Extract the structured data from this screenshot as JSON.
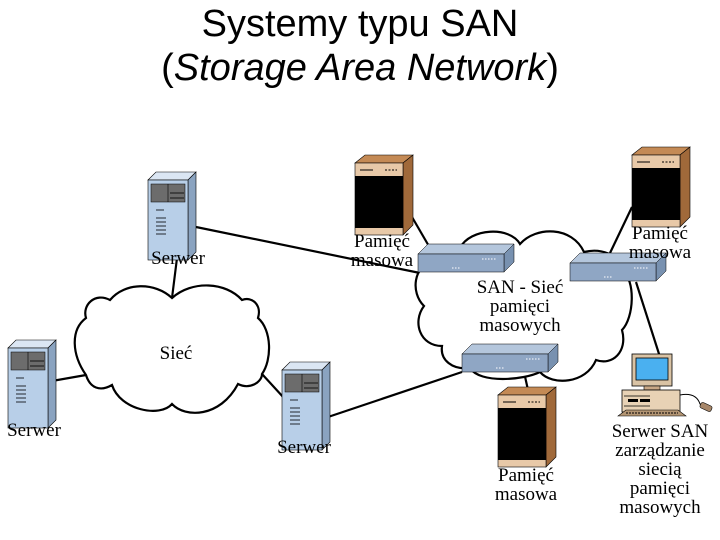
{
  "title": {
    "line1": "Systemy typu SAN",
    "line2_open": "(",
    "line2_italic": "Storage Area Network",
    "line2_close": ")"
  },
  "nodes": {
    "server_top": {
      "type": "server",
      "label": "Serwer"
    },
    "server_left": {
      "type": "server",
      "label": "Serwer"
    },
    "server_bottom": {
      "type": "server",
      "label": "Serwer"
    },
    "storage_top_mid": {
      "type": "storage",
      "label_line1": "Pamięć",
      "label_line2": "masowa"
    },
    "storage_top_right": {
      "type": "storage",
      "label_line1": "Pamięć",
      "label_line2": "masowa"
    },
    "storage_bottom": {
      "type": "storage",
      "label_line1": "Pamięć",
      "label_line2": "masowa"
    },
    "san_manager": {
      "type": "workstation",
      "label_lines": [
        "Serwer SAN",
        "zarządzanie",
        "siecią",
        "pamięci",
        "masowych"
      ]
    }
  },
  "clouds": {
    "lan": {
      "label": "Sieć"
    },
    "san": {
      "label_lines": [
        "SAN - Sieć",
        "pamięci",
        "masowych"
      ]
    }
  },
  "switches": [
    "san-switch-left",
    "san-switch-right",
    "san-switch-bottom"
  ],
  "colors": {
    "server_front": "#b8cfe8",
    "server_side": "#8aa3c0",
    "storage_front": "#e8c9a8",
    "storage_side": "#a0693a",
    "switch_front": "#8fa6c4",
    "switch_top": "#b4c6dc",
    "monitor_screen": "#4ab0f0"
  }
}
